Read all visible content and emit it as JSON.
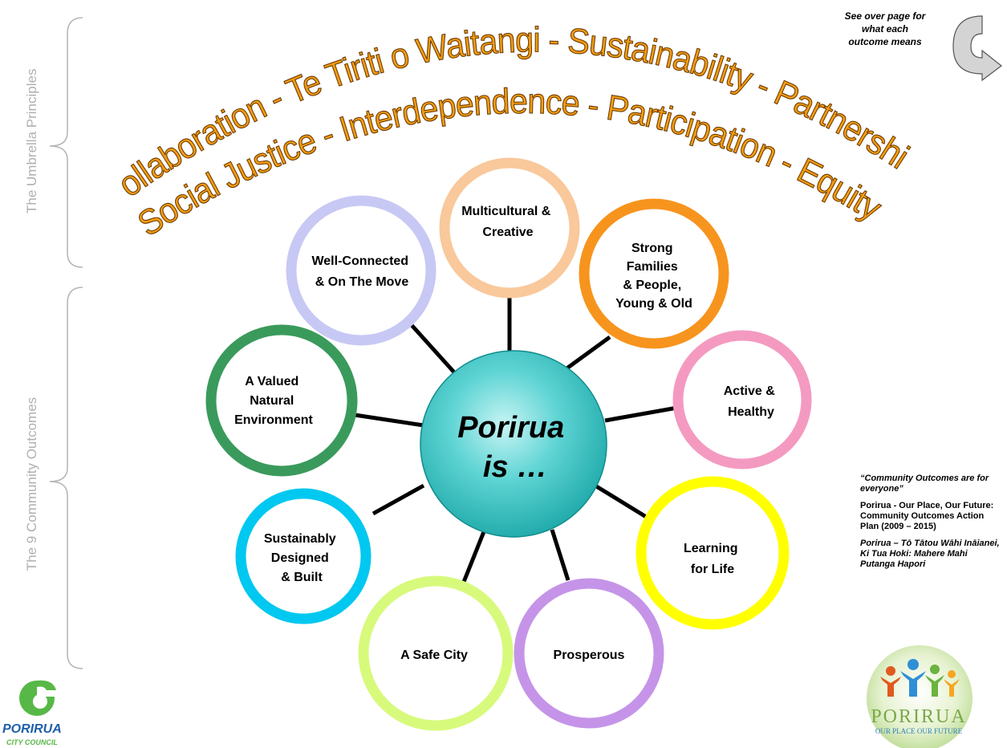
{
  "side_labels": {
    "principles": "The Umbrella Principles",
    "outcomes": "The  9 Community Outcomes"
  },
  "principles": {
    "line1": "Collaboration - Te Tiriti o Waitangi - Sustainability - Partnership",
    "line2": "Social  Justice  -  Interdependence  -  Participation  -  Equity",
    "color": "#f39c12"
  },
  "note": {
    "line1": "See over page for",
    "line2": "what each",
    "line3": "outcome means"
  },
  "hub": {
    "line1": "Porirua",
    "line2": "is …"
  },
  "outcomes": [
    {
      "lines": [
        "Multicultural &",
        "Creative"
      ],
      "color": "#f9c89b"
    },
    {
      "lines": [
        "Strong",
        "Families",
        "& People,",
        "Young & Old"
      ],
      "color": "#f7941d"
    },
    {
      "lines": [
        "Active &",
        "Healthy"
      ],
      "color": "#f49ac1"
    },
    {
      "lines": [
        "Learning",
        "for Life"
      ],
      "color": "#ffff00"
    },
    {
      "lines": [
        "Prosperous"
      ],
      "color": "#c594e8"
    },
    {
      "lines": [
        "A Safe City"
      ],
      "color": "#d7fa7c"
    },
    {
      "lines": [
        "Sustainably",
        "Designed",
        "& Built"
      ],
      "color": "#00c8f0"
    },
    {
      "lines": [
        "A Valued",
        "Natural",
        "Environment"
      ],
      "color": "#3a9a5c"
    },
    {
      "lines": [
        "Well-Connected",
        "&  On The Move"
      ],
      "color": "#c8c8f5"
    }
  ],
  "info": {
    "quote": "“Community Outcomes are for everyone”",
    "plan": "Porirua - Our Place, Our Future: Community Outcomes Action Plan (2009 – 2015)",
    "maori": "Porirua – Tō Tātou Wāhi Ināianei, Ki Tua Hoki: Mahere Mahi Putanga Hapori"
  },
  "logo_council": {
    "name": "PORIRUA",
    "sub": "CITY COUNCIL"
  },
  "logo_place": {
    "name": "PORIRUA",
    "sub": "OUR PLACE OUR FUTURE"
  }
}
